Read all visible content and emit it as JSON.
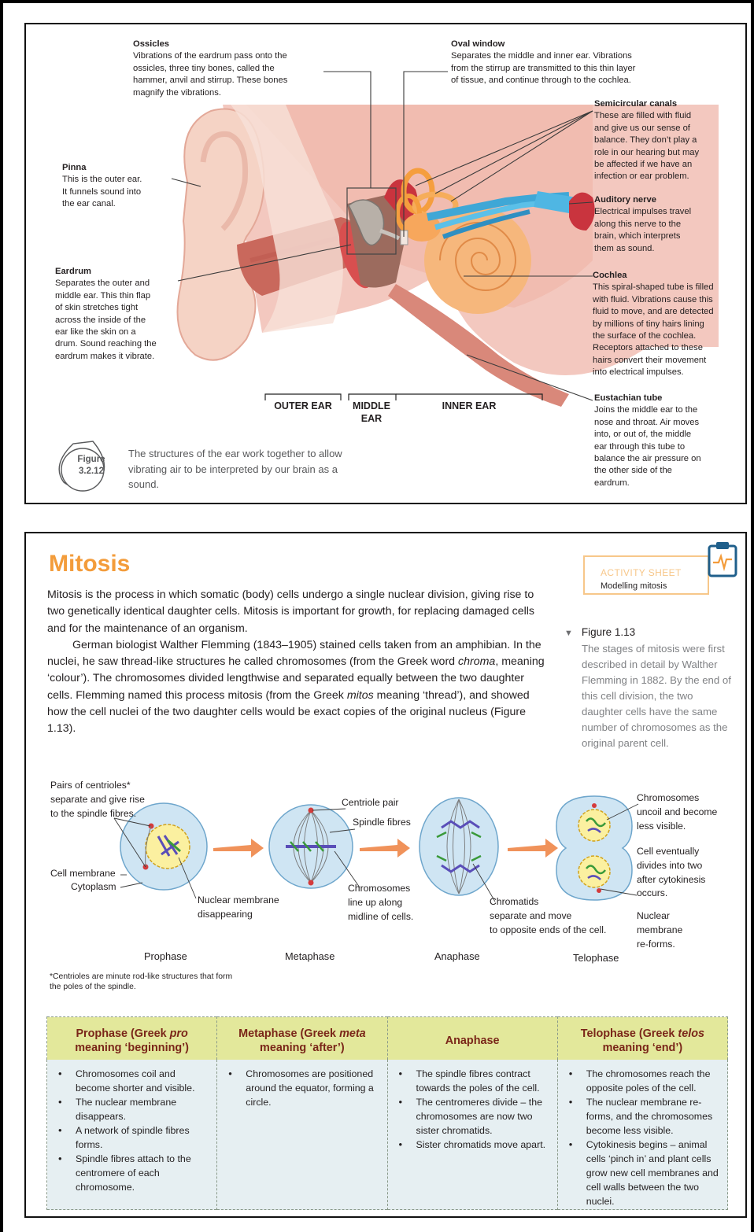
{
  "ear": {
    "labels": {
      "ossicles": {
        "title": "Ossicles",
        "text": [
          "Vibrations of the eardrum pass onto the",
          "ossicles, three tiny bones, called the",
          "hammer, anvil and stirrup. These bones",
          "magnify the vibrations."
        ]
      },
      "oval_window": {
        "title": "Oval window",
        "text": [
          "Separates the middle and inner ear. Vibrations",
          "from the stirrup are transmitted to this thin layer",
          "of tissue, and continue through to the cochlea."
        ]
      },
      "semicircular": {
        "title": "Semicircular canals",
        "text": [
          "These are filled with fluid",
          "and give us our sense of",
          "balance. They don’t play a",
          "role in our hearing but may",
          "be affected if we have an",
          "infection or ear problem."
        ]
      },
      "pinna": {
        "title": "Pinna",
        "text": [
          "This is the outer ear.",
          "It funnels sound into",
          "the ear canal."
        ]
      },
      "auditory": {
        "title": "Auditory nerve",
        "text": [
          "Electrical impulses travel",
          "along this nerve to the",
          "brain, which interprets",
          "them as sound."
        ]
      },
      "eardrum": {
        "title": "Eardrum",
        "text": [
          "Separates the outer and",
          "middle ear. This thin flap",
          "of skin stretches tight",
          "across the inside of the",
          "ear like the skin on a",
          "drum. Sound reaching the",
          "eardrum makes it vibrate."
        ]
      },
      "cochlea": {
        "title": "Cochlea",
        "text": [
          "This spiral-shaped tube is filled",
          "with fluid. Vibrations cause this",
          "fluid to move, and are detected",
          "by millions of tiny hairs lining",
          "the surface of the cochlea.",
          "Receptors attached to these",
          "hairs convert their movement",
          "into electrical impulses."
        ]
      },
      "eustachian": {
        "title": "Eustachian tube",
        "text": [
          "Joins the middle ear to the",
          "nose and throat. Air moves",
          "into, or out of, the middle",
          "ear through this tube to",
          "balance the air pressure on",
          "the other side of the",
          "eardrum."
        ]
      }
    },
    "zones": {
      "outer": "OUTER EAR",
      "middle": "MIDDLE\nEAR",
      "inner": "INNER EAR"
    },
    "figure": {
      "badge": "Figure\n3.2.12",
      "caption": "The structures of the ear work together to allow vibrating air to be interpreted by our brain as a sound."
    }
  },
  "mitosis": {
    "title": "Mitosis",
    "intro_p1": "Mitosis is the process in which somatic (body) cells undergo a single nuclear division, giving rise to two genetically identical daughter cells. Mitosis is important for growth, for replacing damaged cells and for the maintenance of an organism.",
    "intro_p2_a": "German biologist Walther Flemming (1843–1905) stained cells taken from an amphibian. In the nuclei, he saw thread-like structures he called chromosomes (from the Greek word ",
    "intro_p2_i1": "chroma",
    "intro_p2_b": ", meaning ‘colour’). The chromosomes divided lengthwise and separated equally between the two daughter cells. Flemming named this process mitosis (from the Greek ",
    "intro_p2_i2": "mitos",
    "intro_p2_c": " meaning ‘thread’), and showed how the cell nuclei of the two daughter cells would be exact copies of the original nucleus (Figure 1.13).",
    "activity": {
      "heading": "ACTIVITY SHEET",
      "sub": "Modelling mitosis"
    },
    "figure": {
      "title": "Figure 1.13",
      "caption": "The stages of mitosis were first described in detail by Walther Flemming in 1882. By the end of this cell division, the two daughter cells have the same number of chromosomes as the original parent cell."
    },
    "diagram_labels": {
      "centrioles": "Pairs of centrioles*\nseparate and give rise\nto the spindle fibres.",
      "cell_membrane": "Cell membrane",
      "cytoplasm": "Cytoplasm",
      "nuclear_disappear": "Nuclear membrane\ndisappearing",
      "centriole_pair": "Centriole pair",
      "spindle": "Spindle fibres",
      "chrom_line": "Chromosomes\nline up along\nmidline of cells.",
      "chromatids": "Chromatids\nseparate and move\nto opposite ends of the cell.",
      "uncoil": "Chromosomes\nuncoil and become\nless visible.",
      "divides": "Cell eventually\ndivides into two\nafter cytokinesis\noccurs.",
      "reforms": "Nuclear\nmembrane\nre-forms."
    },
    "phases": [
      "Prophase",
      "Metaphase",
      "Anaphase",
      "Telophase"
    ],
    "footnote": "*Centrioles are minute rod-like structures that form the poles of the spindle.",
    "table": {
      "headers": [
        {
          "a": "Prophase (Greek ",
          "i": "pro",
          "b": "\nmeaning ‘beginning’)"
        },
        {
          "a": "Metaphase (Greek ",
          "i": "meta",
          "b": "\nmeaning ‘after’)"
        },
        {
          "a": "Anaphase",
          "i": "",
          "b": ""
        },
        {
          "a": "Telophase (Greek ",
          "i": "telos",
          "b": "\nmeaning ‘end’)"
        }
      ],
      "cols": [
        [
          "Chromosomes coil and become shorter and visible.",
          "The nuclear membrane disappears.",
          "A network of spindle fibres forms.",
          "Spindle fibres attach to the centromere of each chromosome."
        ],
        [
          "Chromosomes are positioned around the equator, forming a circle."
        ],
        [
          "The spindle fibres contract towards the poles of the cell.",
          "The centromeres divide – the chromosomes are now two sister chromatids.",
          "Sister chromatids move apart."
        ],
        [
          "The chromosomes reach the opposite poles of the cell.",
          "The nuclear membrane re-forms, and the chromosomes become less visible.",
          "Cytokinesis begins – animal cells ‘pinch in’ and plant cells grow new cell membranes and cell walls between the two nuclei."
        ]
      ]
    }
  },
  "colors": {
    "accent": "#f39c3b",
    "table_header": "#e3e89b",
    "table_body": "#e6eff2",
    "header_text": "#7a2619"
  }
}
